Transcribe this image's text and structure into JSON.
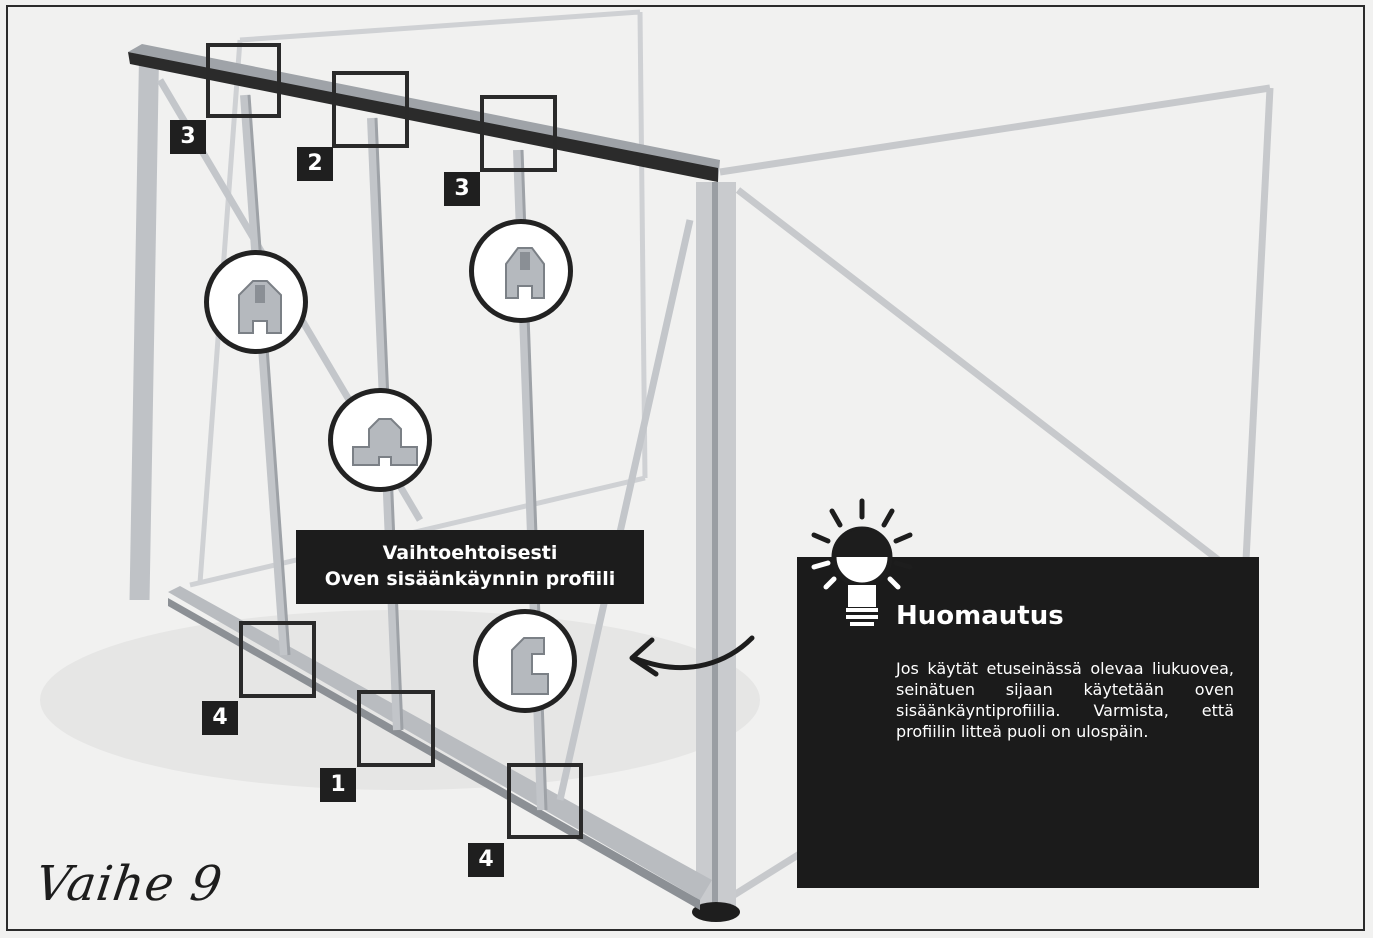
{
  "markers": {
    "top_left": "3",
    "top_middle": "2",
    "top_right": "3",
    "bottom_left": "4",
    "bottom_middle": "1",
    "bottom_right": "4"
  },
  "alternative_label": {
    "line1": "Vaihtoehtoisesti",
    "line2": "Oven sisäänkäynnin profiili"
  },
  "note": {
    "title": "Huomautus",
    "text": "Jos käytät etuseinässä olevaa liukuovea, seinätuen sijaan käytetään oven sisäänkäyntiprofiilia. Varmista, että profiilin litteä puoli on ulospäin."
  },
  "step_label": "Vaihe 9",
  "icons": [
    "lightbulb-icon",
    "curved-arrow-icon"
  ],
  "colors": {
    "background": "#f1f1f0",
    "panel": "#1b1b1b",
    "frame": "#b9bcc0"
  }
}
